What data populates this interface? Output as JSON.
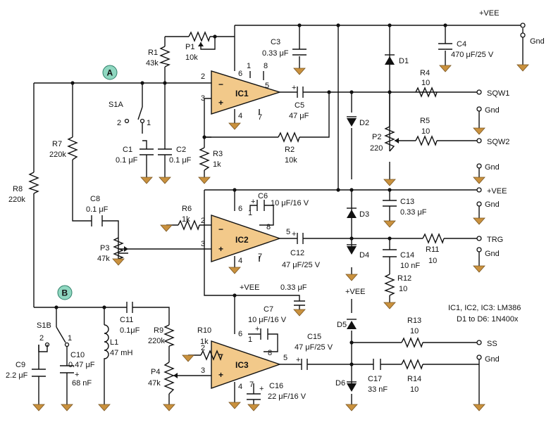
{
  "supply": {
    "vee": "+VEE",
    "gnd": "Gnd"
  },
  "nodes": {
    "a": "A",
    "b": "B"
  },
  "notes": {
    "line1": "IC1, IC2, IC3: LM386",
    "line2": "D1 to D6: 1N400x"
  },
  "ic": {
    "ic1": "IC1",
    "ic2": "IC2",
    "ic3": "IC3"
  },
  "pins": {
    "p1": "1",
    "p2": "2",
    "p3": "3",
    "p4": "4",
    "p5": "5",
    "p6": "6",
    "p7": "7",
    "p8": "8"
  },
  "outputs": {
    "sqw1": "SQW1",
    "sqw2": "SQW2",
    "trg": "TRG",
    "ss": "SS"
  },
  "switches": {
    "s1a": "S1A",
    "s1b": "S1B"
  },
  "components": {
    "r1": {
      "name": "R1",
      "value": "43k"
    },
    "p1": {
      "name": "P1",
      "value": "10k"
    },
    "c3": {
      "name": "C3",
      "value": "0.33 μF"
    },
    "c4": {
      "name": "C4",
      "value": "470 μF/25 V"
    },
    "d1": {
      "name": "D1"
    },
    "r4": {
      "name": "R4",
      "value": "10"
    },
    "c5": {
      "name": "C5",
      "value": "47 μF"
    },
    "d2": {
      "name": "D2"
    },
    "r5": {
      "name": "R5",
      "value": "10"
    },
    "p2": {
      "name": "P2",
      "value": "220"
    },
    "c1": {
      "name": "C1",
      "value": "0.1 μF"
    },
    "c2": {
      "name": "C2",
      "value": "0.1 μF"
    },
    "r7": {
      "name": "R7",
      "value": "220k"
    },
    "r3": {
      "name": "R3",
      "value": "1k"
    },
    "r2": {
      "name": "R2",
      "value": "10k"
    },
    "r8": {
      "name": "R8",
      "value": "220k"
    },
    "c6": {
      "name": "C6",
      "value": "10 μF/16 V"
    },
    "c13": {
      "name": "C13",
      "value": "0.33 μF"
    },
    "d3": {
      "name": "D3"
    },
    "c8": {
      "name": "C8",
      "value": "0.1 μF"
    },
    "r6": {
      "name": "R6",
      "value": "1k"
    },
    "p3": {
      "name": "P3",
      "value": "47k"
    },
    "c12": {
      "name": "C12",
      "value": "47 μF/25 V"
    },
    "d4": {
      "name": "D4"
    },
    "r11": {
      "name": "R11",
      "value": "10"
    },
    "c14": {
      "name": "C14",
      "value": "10 nF"
    },
    "r12": {
      "name": "R12",
      "value": "10"
    },
    "cx": {
      "value": "0.33 μF"
    },
    "c7": {
      "name": "C7",
      "value": "10 μF/16 V"
    },
    "c11": {
      "name": "C11",
      "value": "0.1μF"
    },
    "d5": {
      "name": "D5"
    },
    "r13": {
      "name": "R13",
      "value": "10"
    },
    "r9": {
      "name": "R9",
      "value": "220k"
    },
    "r10": {
      "name": "R10",
      "value": "1k"
    },
    "l1": {
      "name": "L1",
      "value": "47 mH"
    },
    "c10": {
      "name": "C10",
      "value1": "0.47 μF",
      "plus": "+",
      "value2": "68 nF"
    },
    "c9": {
      "name": "C9",
      "value": "2.2 μF"
    },
    "p4": {
      "name": "P4",
      "value": "47k"
    },
    "c15": {
      "name": "C15",
      "value": "47 μF/25 V"
    },
    "d6": {
      "name": "D6"
    },
    "c17": {
      "name": "C17",
      "value": "33 nF"
    },
    "r14": {
      "name": "R14",
      "value": "10"
    },
    "c16": {
      "name": "C16",
      "value": "22 μF/16 V"
    }
  }
}
